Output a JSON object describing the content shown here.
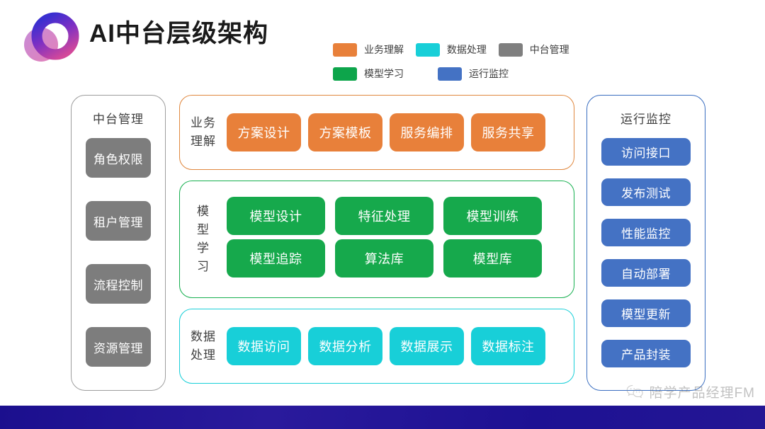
{
  "header": {
    "title": "AI中台层级架构",
    "logo_icon": "overlapping-circles-logo"
  },
  "legend": {
    "rows": [
      [
        {
          "label": "业务理解",
          "color": "#e8803a",
          "icon": "legend-swatch"
        },
        {
          "label": "数据处理",
          "color": "#18cfd8",
          "icon": "legend-swatch"
        },
        {
          "label": "中台管理",
          "color": "#7f7f7f",
          "icon": "legend-swatch"
        }
      ],
      [
        {
          "label": "模型学习",
          "color": "#0da54b",
          "icon": "legend-swatch"
        },
        {
          "label": "运行监控",
          "color": "#4472c4",
          "icon": "legend-swatch"
        }
      ]
    ]
  },
  "left_panel": {
    "title": "中台管理",
    "color": "#7d7d7d",
    "border_color": "#9d9d9d",
    "items": [
      {
        "label": "角色权限"
      },
      {
        "label": "租户管理"
      },
      {
        "label": "流程控制"
      },
      {
        "label": "资源管理"
      }
    ]
  },
  "right_panel": {
    "title": "运行监控",
    "color": "#4472c4",
    "border_color": "#3a6ec0",
    "items": [
      {
        "label": "访问接口"
      },
      {
        "label": "发布测试"
      },
      {
        "label": "性能监控"
      },
      {
        "label": "自动部署"
      },
      {
        "label": "模型更新"
      },
      {
        "label": "产品封装"
      }
    ]
  },
  "groups": [
    {
      "key": "business",
      "label_chars": [
        "业务",
        "理解"
      ],
      "color": "#e8803a",
      "border_color": "#e0883f",
      "cards": [
        {
          "label": "方案设计"
        },
        {
          "label": "方案模板"
        },
        {
          "label": "服务编排"
        },
        {
          "label": "服务共享"
        }
      ]
    },
    {
      "key": "model",
      "label_chars": [
        "模",
        "型",
        "学",
        "习"
      ],
      "color": "#16a94c",
      "border_color": "#17b050",
      "cards": [
        {
          "label": "模型设计"
        },
        {
          "label": "特征处理"
        },
        {
          "label": "模型训练"
        },
        {
          "label": "模型追踪"
        },
        {
          "label": "算法库"
        },
        {
          "label": "模型库"
        }
      ]
    },
    {
      "key": "data",
      "label_chars": [
        "数据",
        "处理"
      ],
      "color": "#18cfd8",
      "border_color": "#18cfd8",
      "cards": [
        {
          "label": "数据访问"
        },
        {
          "label": "数据分析"
        },
        {
          "label": "数据展示"
        },
        {
          "label": "数据标注"
        }
      ]
    }
  ],
  "watermark": {
    "text": "陪学产品经理FM",
    "icon": "wechat-icon"
  },
  "bottom_bar": {
    "color": "#1d1193"
  }
}
